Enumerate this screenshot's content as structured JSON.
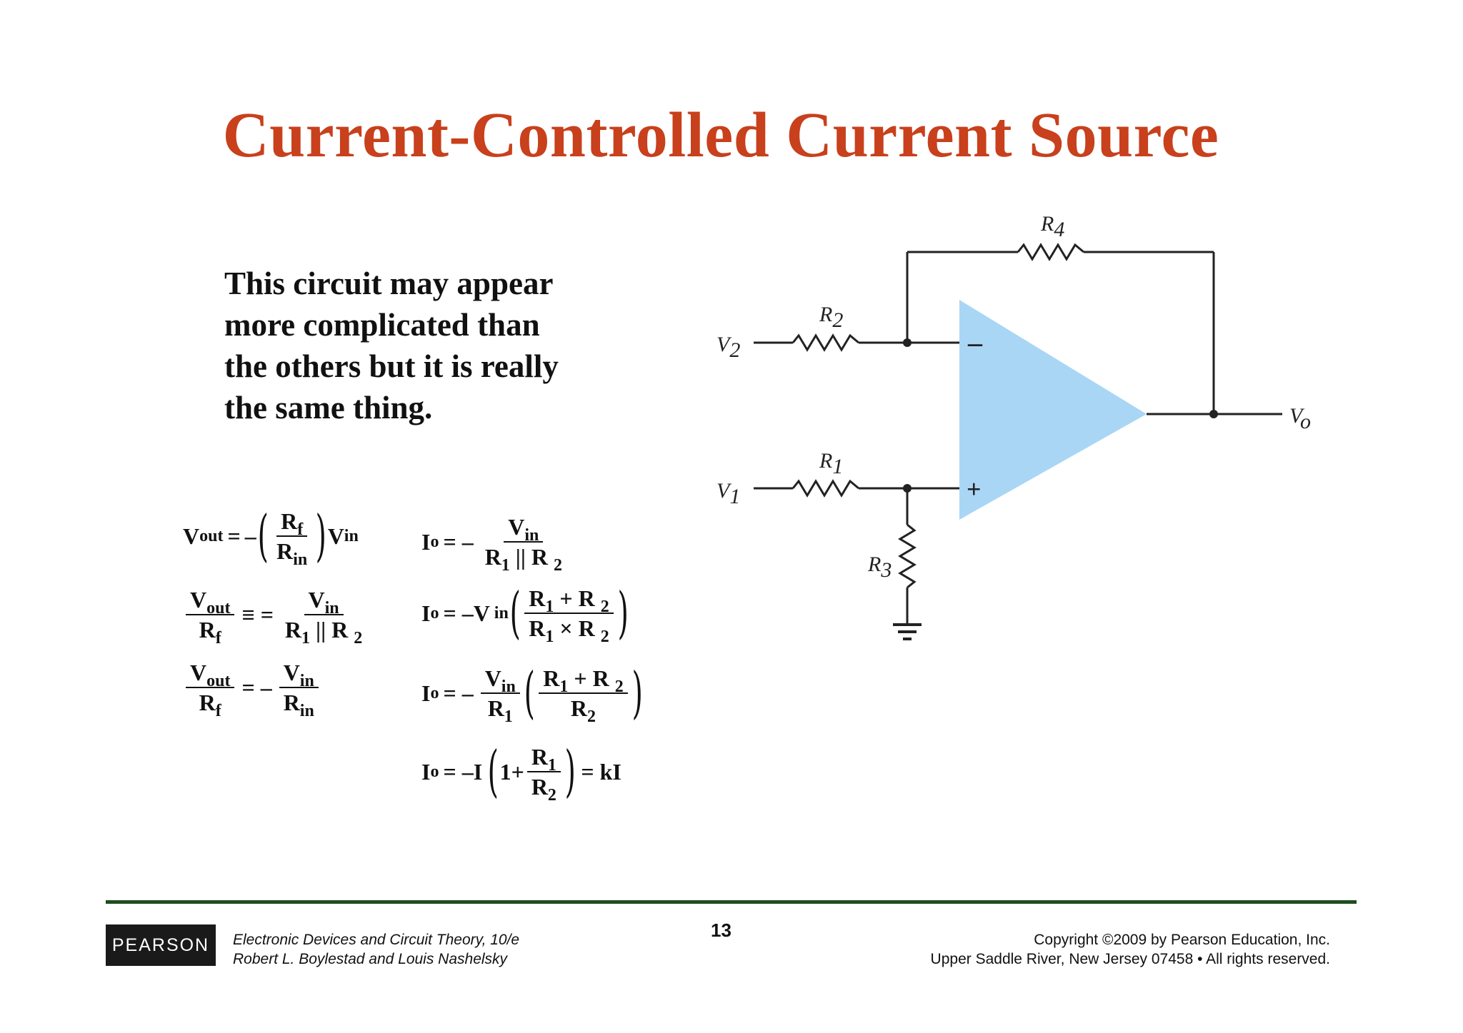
{
  "slide": {
    "title": "Current-Controlled Current Source",
    "intro_lines": [
      "This circuit may appear",
      "more complicated than",
      "the others but it is really",
      "the same thing."
    ]
  },
  "equations": {
    "left": [
      {
        "lhs": "V",
        "lhs_sub": "out",
        "op": "=",
        "sign": "–",
        "num": "R",
        "num_sub": "f",
        "den": "R",
        "den_sub": "in",
        "tail": "V",
        "tail_sub": "in"
      },
      {
        "lhs_num": "V",
        "lhs_num_sub": "out",
        "lhs_den": "R",
        "lhs_den_sub": "f",
        "op": "≡ =",
        "num": "V",
        "num_sub": "in",
        "den": "R",
        "den_sub1": "1",
        "den_mid": " || R ",
        "den_sub2": "2"
      },
      {
        "lhs_num": "V",
        "lhs_num_sub": "out",
        "lhs_den": "R",
        "lhs_den_sub": "f",
        "op": "= –",
        "num": "V",
        "num_sub": "in",
        "den": "R",
        "den_sub": "in"
      }
    ],
    "right": [
      {
        "lhs": "I",
        "lhs_sub": "o",
        "op": "= –",
        "num": "V",
        "num_sub": "in",
        "den": "R",
        "den_sub1": "1",
        "den_mid": " || R ",
        "den_sub2": "2"
      },
      {
        "lhs": "I",
        "lhs_sub": "o",
        "op": "= –V",
        "op_sub": "in",
        "num": "R",
        "num_sub1": "1",
        "num_mid": " + R ",
        "num_sub2": "2",
        "den": "R",
        "den_sub1": "1",
        "den_mid": " × R ",
        "den_sub2": "2"
      },
      {
        "lhs": "I",
        "lhs_sub": "o",
        "op": "= –",
        "f1_num": "V",
        "f1_num_sub": "in",
        "f1_den": "R",
        "f1_den_sub": "1",
        "num": "R",
        "num_sub1": "1",
        "num_mid": " + R ",
        "num_sub2": "2",
        "den": "R",
        "den_sub": "2"
      },
      {
        "lhs": "I",
        "lhs_sub": "o",
        "op": "= –I",
        "one": "1+",
        "num": "R",
        "num_sub": "1",
        "den": "R",
        "den_sub": "2",
        "tail": "= kI"
      }
    ]
  },
  "circuit": {
    "labels": {
      "v2": "V",
      "v2_sub": "2",
      "v1": "V",
      "v1_sub": "1",
      "vo": "V",
      "vo_sub": "o",
      "r1": "R",
      "r1_sub": "1",
      "r2": "R",
      "r2_sub": "2",
      "r3": "R",
      "r3_sub": "3",
      "r4": "R",
      "r4_sub": "4",
      "minus": "–",
      "plus": "+"
    },
    "opamp_color": "#a9d6f5"
  },
  "footer": {
    "logo": "PEARSON",
    "book_title": "Electronic Devices and Circuit Theory, 10/e",
    "authors": "Robert L. Boylestad and Louis Nashelsky",
    "page_number": "13",
    "copyright": "Copyright ©2009 by Pearson Education, Inc.",
    "address": "Upper Saddle River, New Jersey 07458 • All rights reserved."
  },
  "colors": {
    "title": "#c8401c",
    "rule": "#1e4d1e",
    "logo_bg": "#1a1a1a"
  }
}
